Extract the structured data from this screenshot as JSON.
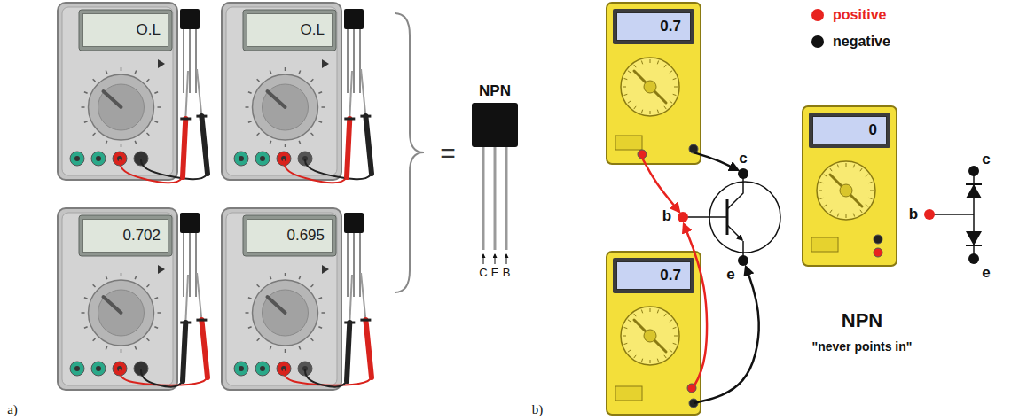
{
  "diagram": {
    "nodes": [
      {
        "text": [
          "O.L"
        ]
      },
      {
        "text": [
          "O.L"
        ]
      },
      {
        "text": [
          "0.702"
        ]
      },
      {
        "text": [
          "0.695"
        ]
      },
      {
        "text": [
          "NPN"
        ]
      },
      {
        "text": [
          "0.7"
        ]
      },
      {
        "text": [
          "0.7"
        ]
      },
      {
        "text": [
          "0"
        ]
      }
    ],
    "labels": [
      "=",
      "C",
      "E",
      "B",
      "a)",
      "b)",
      "c",
      "b",
      "e",
      "NPN",
      "\"never points in\"",
      "b",
      "c",
      "e"
    ],
    "legend": [
      {
        "text": "positive",
        "color": "#e8231f"
      },
      {
        "text": "negative",
        "color": "#111111"
      }
    ]
  }
}
